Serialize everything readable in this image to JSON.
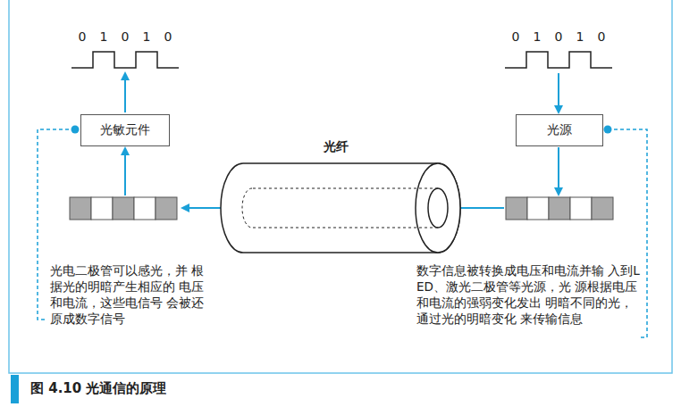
{
  "diagram": {
    "caption": "图 4.10 光通信的原理",
    "nodes": [
      {
        "text": [
          "光敏元件"
        ]
      },
      {
        "text": [
          "光源"
        ]
      }
    ],
    "labels": [
      "0",
      "1",
      "0",
      "1",
      "0",
      "0",
      "1",
      "0",
      "1",
      "0",
      "光纤",
      "光电二极管可以感光，并 根据光的明暗产生相应的 电压和电流，这些电信号 会被还原成数字信号",
      "数字信息被转换成电压和电流并输 入到LED、激光二极管等光源，光 源根据电压和电流的强弱变化发出 明暗不同的光，通过光的明暗变化 来传输信息"
    ]
  }
}
